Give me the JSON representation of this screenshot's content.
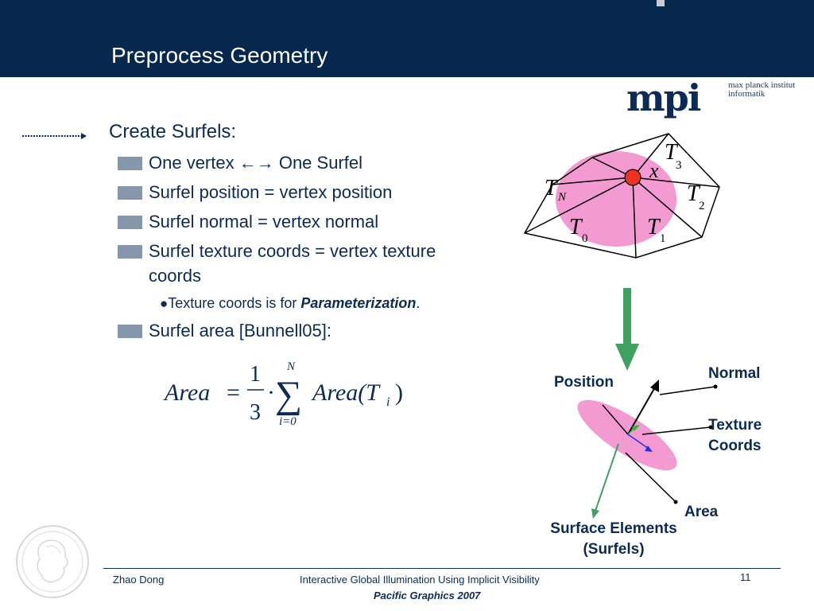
{
  "slide": {
    "title": "Preprocess Geometry",
    "logo": {
      "mark": "mpi",
      "line1": "max planck institut",
      "line2": "informatik"
    }
  },
  "content": {
    "heading": "Create Surfels:",
    "bullets": [
      "One vertex ←→ One Surfel",
      "Surfel position = vertex position",
      "Surfel normal = vertex normal",
      "Surfel texture coords = vertex texture",
      "coords"
    ],
    "sub_bullet": {
      "marker": "●",
      "prefix": "Texture coords is for ",
      "emphasis": "Parameterization",
      "suffix": "."
    },
    "last_bullet": "Surfel area [Bunnell05]:"
  },
  "formula": {
    "lhs": "Area",
    "equals": "=",
    "frac_num": "1",
    "frac_den": "3",
    "dot": "·",
    "sum_sign": "∑",
    "sum_upper": "N",
    "sum_lower": "i=0",
    "term": "Area(T",
    "term_sub": "i",
    "term_close": ")"
  },
  "diagram_top": {
    "labels": {
      "t3": "T",
      "t3_sub": "3",
      "x": "x",
      "tn": "T",
      "tn_sub": "N",
      "t2": "T",
      "t2_sub": "2",
      "t0": "T",
      "t0_sub": "0",
      "t1": "T",
      "t1_sub": "1"
    },
    "colors": {
      "disk": "#f49ad2",
      "vertex": "#ee3322",
      "arrow": "#3fa060"
    }
  },
  "diagram_bottom": {
    "normal": "Normal",
    "position": "Position",
    "texture_line1": "Texture",
    "texture_line2": "Coords",
    "area": "Area",
    "surface_line1": "Surface Elements",
    "surface_line2": "(Surfels)"
  },
  "footer": {
    "author": "Zhao Dong",
    "talk": "Interactive Global Illumination Using Implicit Visibility",
    "page": "11",
    "conference": "Pacific Graphics 2007"
  }
}
